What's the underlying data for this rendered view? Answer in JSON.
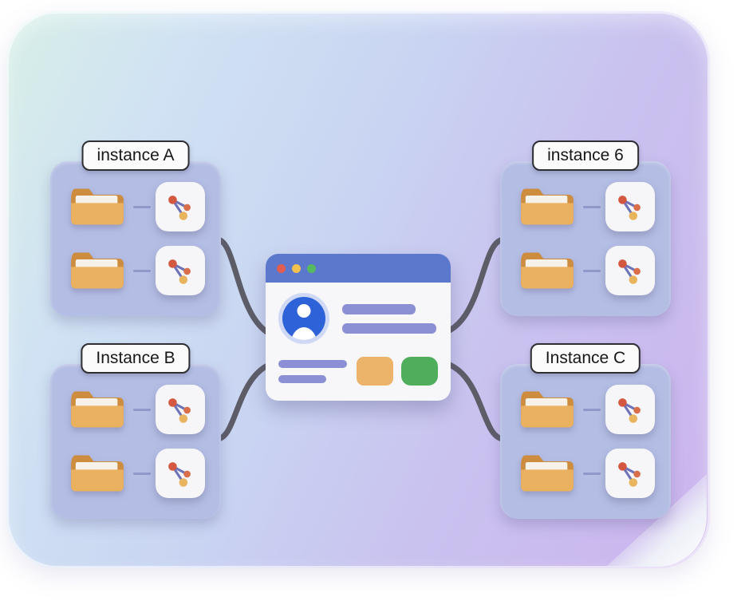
{
  "diagram": {
    "instances": [
      {
        "label": "instance A",
        "position": "top-left"
      },
      {
        "label": "instance 6",
        "position": "top-right"
      },
      {
        "label": "Instance B",
        "position": "bottom-left"
      },
      {
        "label": "Instance C",
        "position": "bottom-right"
      }
    ],
    "icons": {
      "folder": "folder-icon",
      "share": "share-network-icon",
      "avatar": "user-avatar-icon",
      "traffic_lights": [
        "red-dot-icon",
        "yellow-dot-icon",
        "green-dot-icon"
      ]
    },
    "colors": {
      "board_gradient_start": "#d7efe7",
      "board_gradient_mid": "#c9d4f2",
      "board_gradient_end": "#ccb4ed",
      "panel": "#b4bde4",
      "connector": "#5d5d68",
      "titlebar_blue": "#5b78cc",
      "traffic_red": "#e05d4f",
      "traffic_yellow": "#f2c14e",
      "traffic_green": "#57b960",
      "avatar_blue": "#2e62d9",
      "text_bar_purple": "#8b90d4",
      "button_tan": "#ecb36a",
      "button_green": "#4fae5c",
      "folder_back": "#cd8c3e",
      "folder_front": "#eab160",
      "node_red": "#d4573f",
      "node_coral": "#d96f4a",
      "node_amber": "#e9b45e"
    }
  }
}
